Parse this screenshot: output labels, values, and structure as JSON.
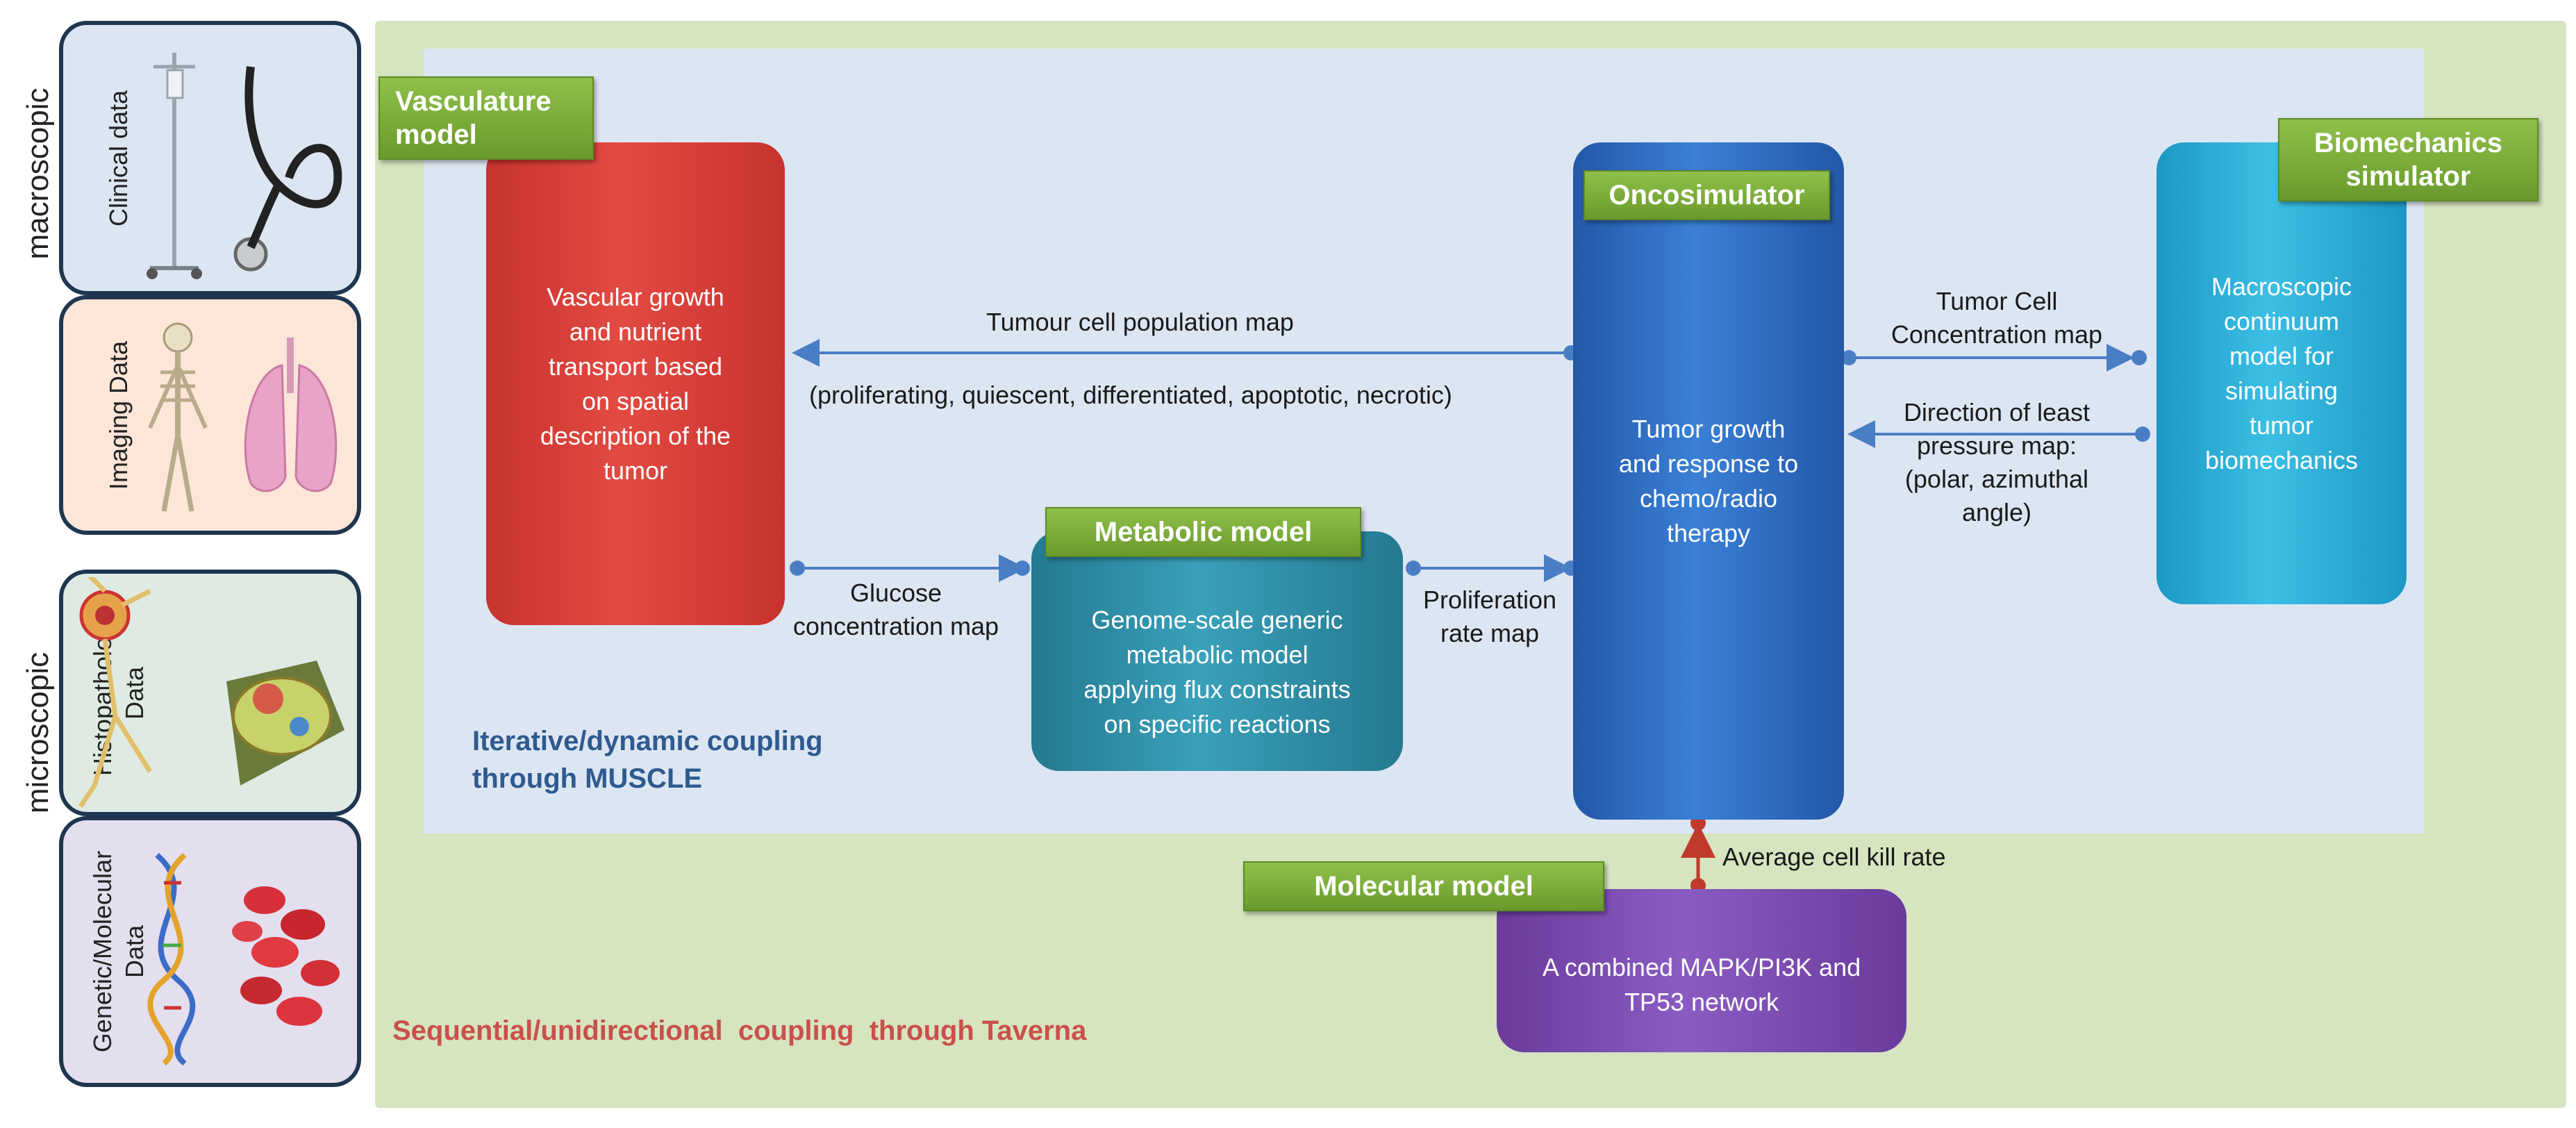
{
  "side_panel": {
    "scale_macroscopic": "macroscopic",
    "scale_microscopic": "microscopic",
    "cards": [
      {
        "label": "Clinical data"
      },
      {
        "label": "Imaging Data"
      },
      {
        "label": "Histopathology\nData"
      },
      {
        "label": "Genetic/Molecular\nData"
      }
    ]
  },
  "models": {
    "vasculature": {
      "tag": "Vasculature\nmodel",
      "text": "Vascular growth\nand nutrient\ntransport based\non spatial\ndescription of the\ntumor"
    },
    "metabolic": {
      "tag": "Metabolic model",
      "text": "Genome-scale generic\nmetabolic model\napplying flux constraints\non specific reactions"
    },
    "oncosimulator": {
      "tag": "Oncosimulator",
      "text": "Tumor growth\nand response to\nchemo/radio\ntherapy"
    },
    "biomechanics": {
      "tag": "Biomechanics\nsimulator",
      "text": "Macroscopic\ncontinuum\nmodel for\nsimulating\ntumor\nbiomechanics"
    },
    "molecular": {
      "tag": "Molecular model",
      "text": "A combined MAPK/PI3K and\nTP53 network"
    }
  },
  "connections": {
    "tumour_map": "Tumour cell population map",
    "tumour_map_detail": "(proliferating, quiescent, differentiated, apoptotic, necrotic)",
    "glucose": "Glucose\nconcentration map",
    "proliferation": "Proliferation\nrate map",
    "tumor_conc": "Tumor Cell\nConcentration map",
    "pressure": "Direction of least\npressure map:\n(polar, azimuthal\nangle)",
    "cell_kill": "Average cell kill rate"
  },
  "coupling": {
    "iterative": "Iterative/dynamic coupling\nthrough MUSCLE",
    "sequential": "Sequential/unidirectional  coupling  through Taverna"
  },
  "colors": {
    "outer": "#d6e4bf",
    "inner": "#dce6f2",
    "vasculature": "#d9403a",
    "metabolic": "#2f8ea8",
    "oncosimulator": "#2f6fc7",
    "biomechanics": "#2fb0d8",
    "molecular": "#7a4bb0",
    "tag": "#7aab38",
    "arrow_blue": "#4a7ec4",
    "arrow_red": "#c0392b",
    "iterative_text": "#2e5a8f",
    "sequential_text": "#c9504a"
  }
}
